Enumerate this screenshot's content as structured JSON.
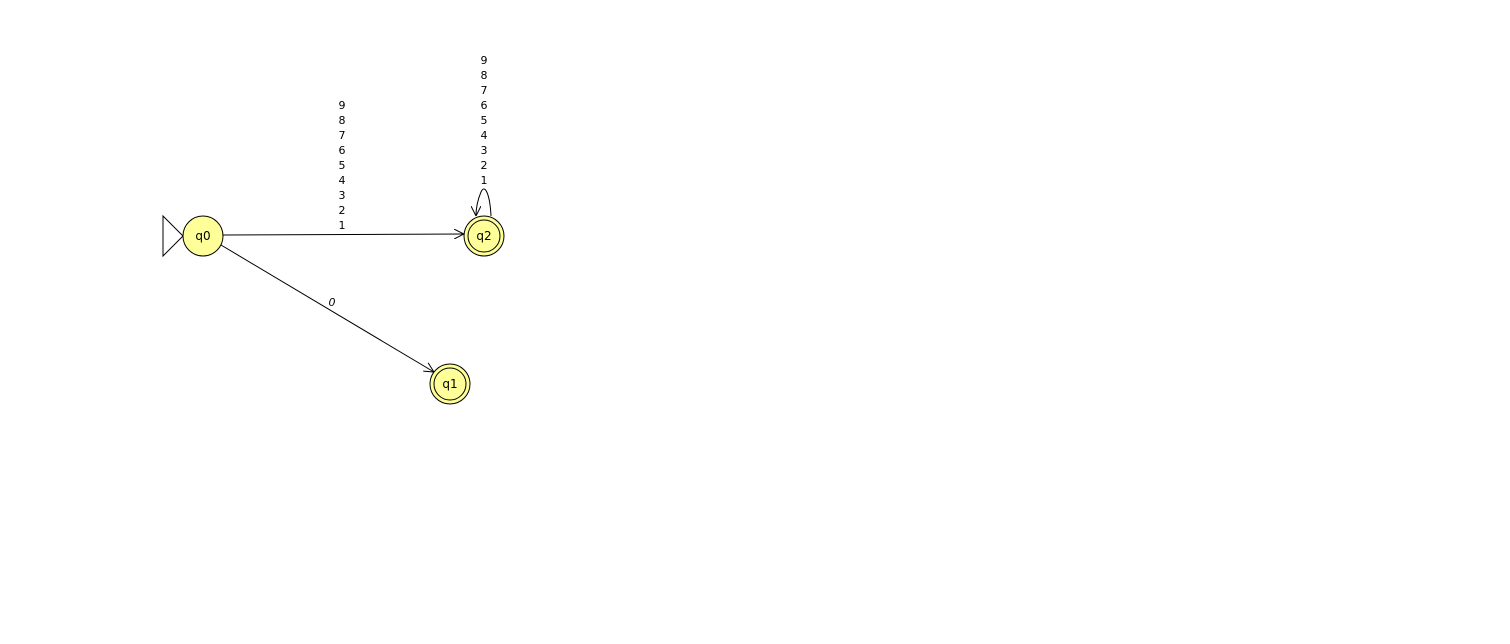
{
  "automaton": {
    "start_state": "q0",
    "states": [
      {
        "id": "q0",
        "label": "q0",
        "accepting": false
      },
      {
        "id": "q1",
        "label": "q1",
        "accepting": true
      },
      {
        "id": "q2",
        "label": "q2",
        "accepting": true
      }
    ],
    "transitions": [
      {
        "id": "q0-q2",
        "from": "q0",
        "to": "q2",
        "symbols": [
          "1",
          "2",
          "3",
          "4",
          "5",
          "6",
          "7",
          "8",
          "9"
        ]
      },
      {
        "id": "q0-q1",
        "from": "q0",
        "to": "q1",
        "symbols": [
          "0"
        ]
      },
      {
        "id": "q2-q2",
        "from": "q2",
        "to": "q2",
        "symbols": [
          "1",
          "2",
          "3",
          "4",
          "5",
          "6",
          "7",
          "8",
          "9"
        ]
      }
    ]
  },
  "colors": {
    "state_fill": "#ffff99",
    "stroke": "#000000",
    "background": "#ffffff"
  }
}
